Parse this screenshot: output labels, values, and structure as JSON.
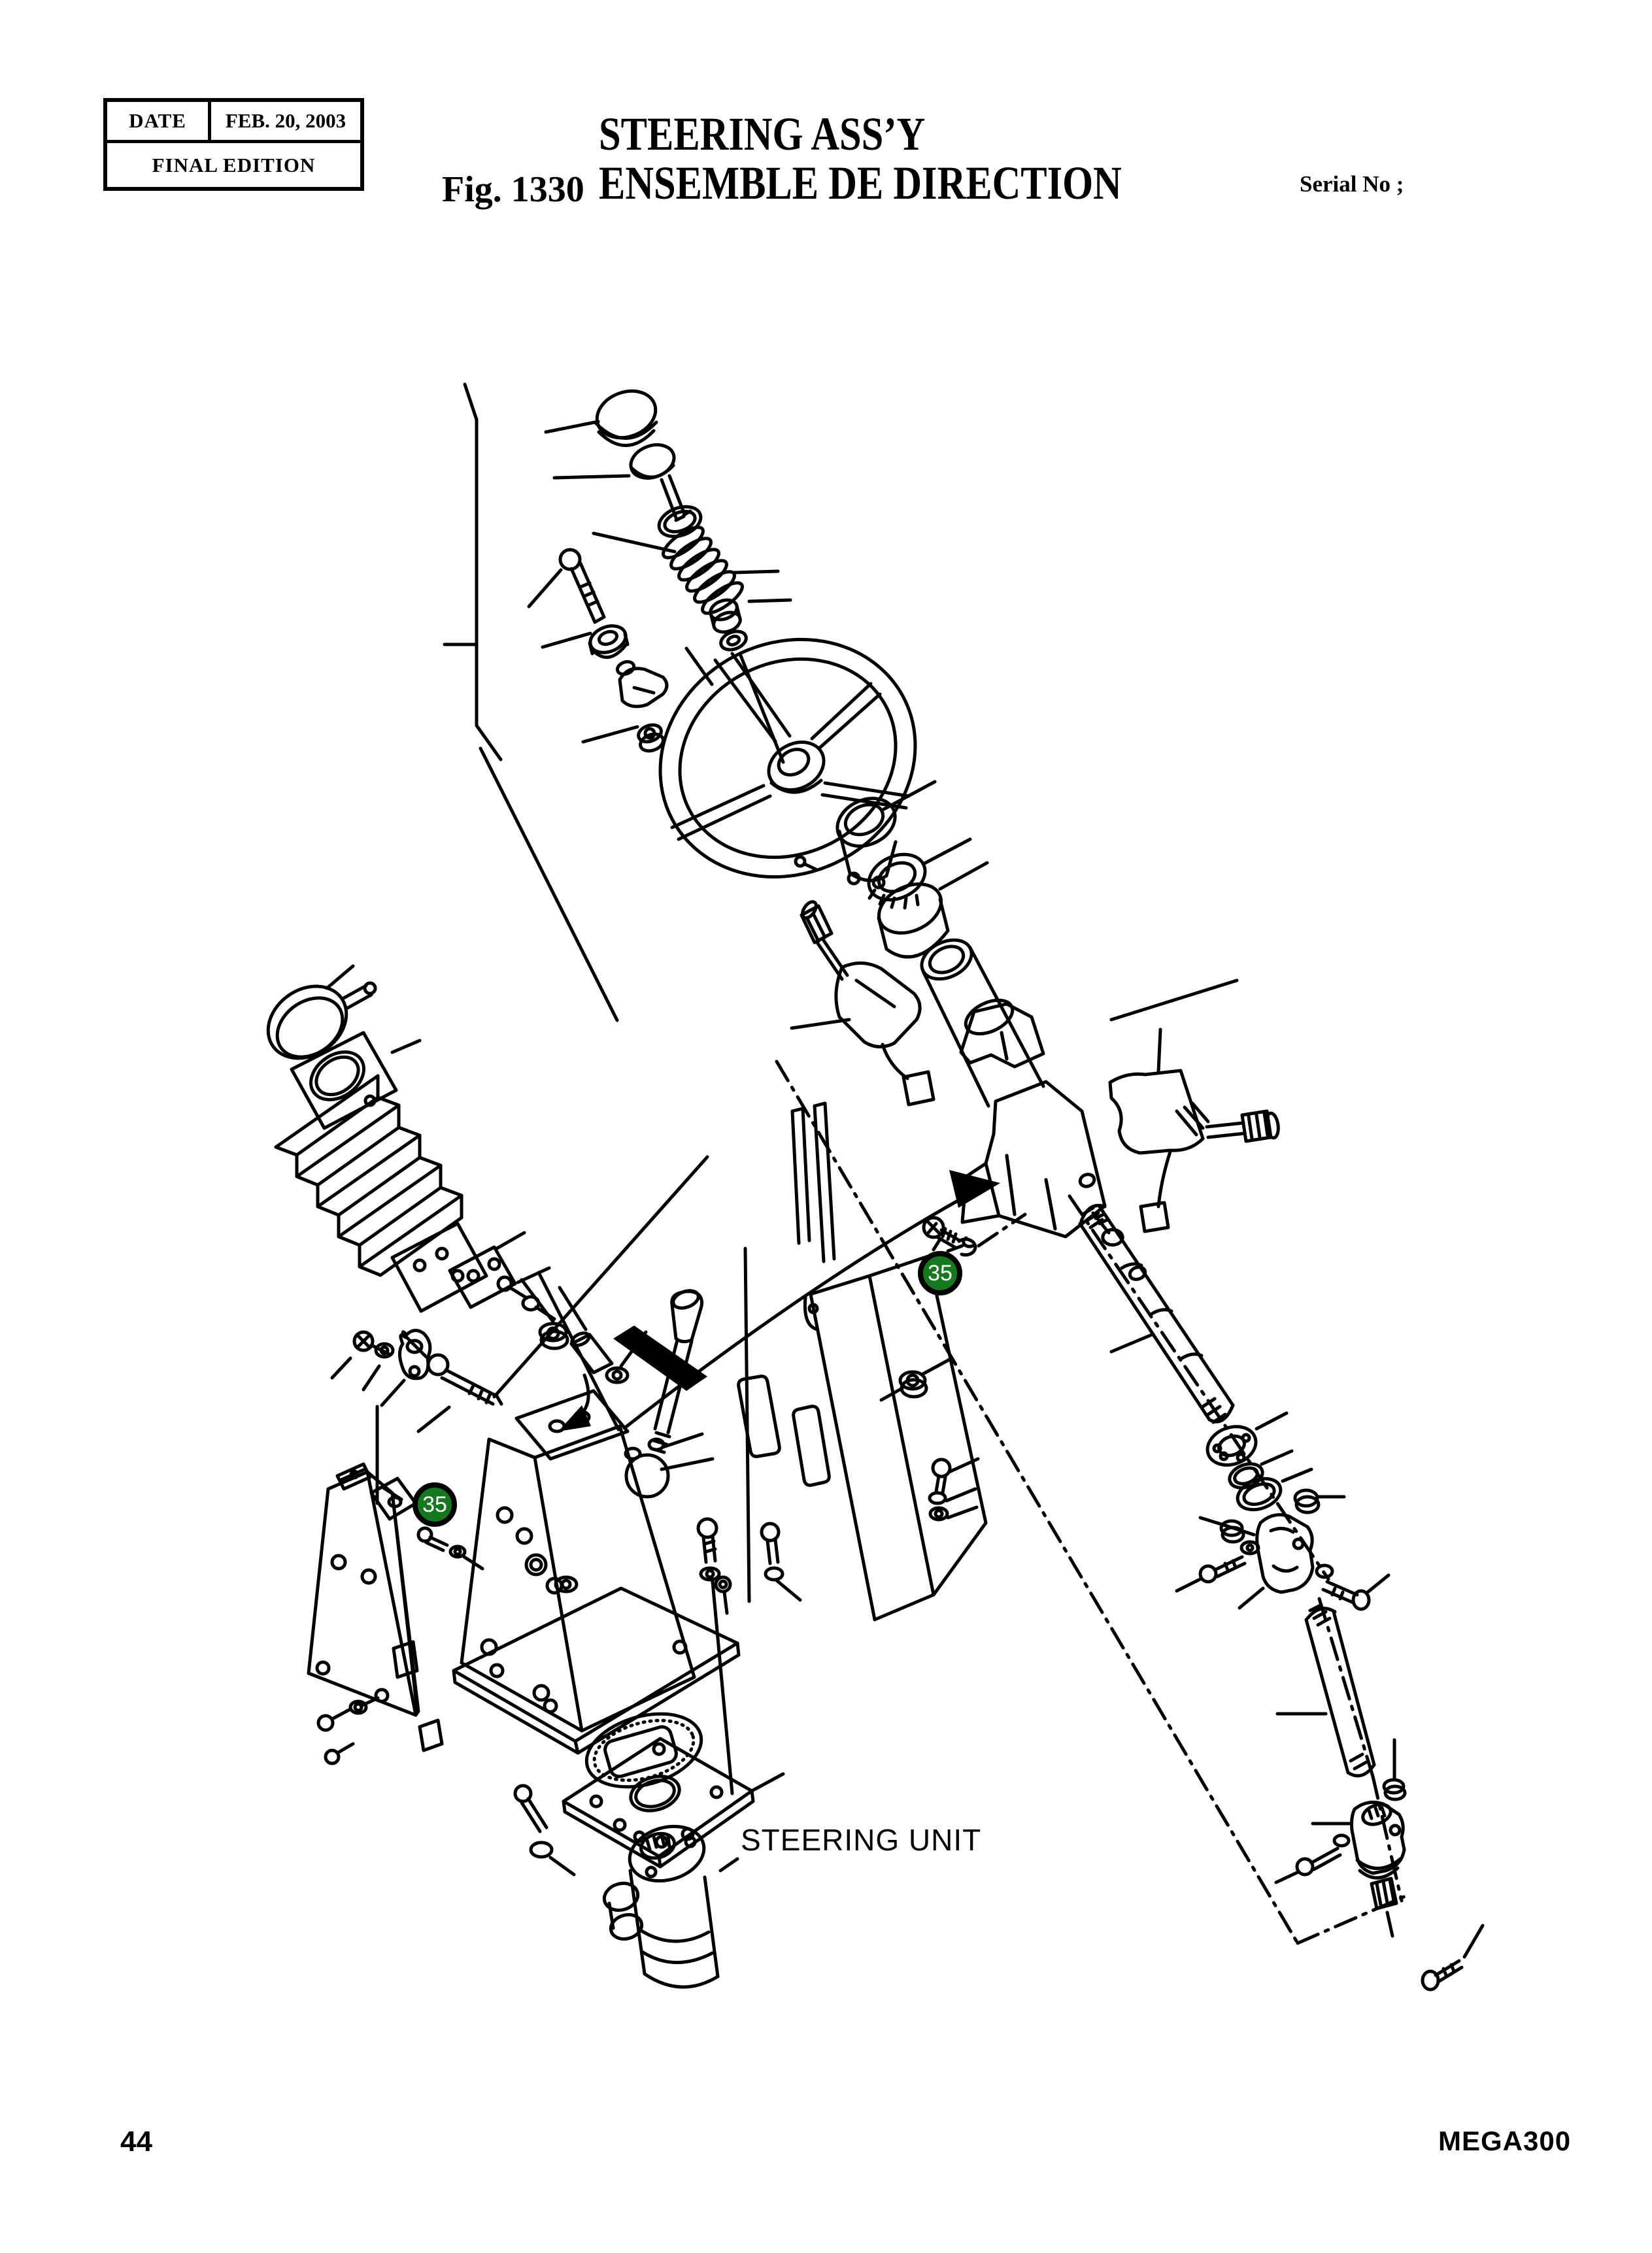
{
  "header": {
    "date_label": "DATE",
    "date_value": "FEB. 20, 2003",
    "edition": "FINAL EDITION",
    "figure_label": "Fig. 1330",
    "title_line1": "STEERING ASS’Y",
    "title_line2": "ENSEMBLE DE DIRECTION",
    "serial_label": "Serial No ;"
  },
  "diagram": {
    "part_label": "STEERING UNIT",
    "callouts": [
      {
        "number": "35",
        "position": "column-bracket-bolt"
      },
      {
        "number": "35",
        "position": "left-cover-bolt"
      }
    ],
    "callout_color": "#15781e",
    "line_color": "#000000"
  },
  "footer": {
    "page_number": "44",
    "model": "MEGA300"
  }
}
